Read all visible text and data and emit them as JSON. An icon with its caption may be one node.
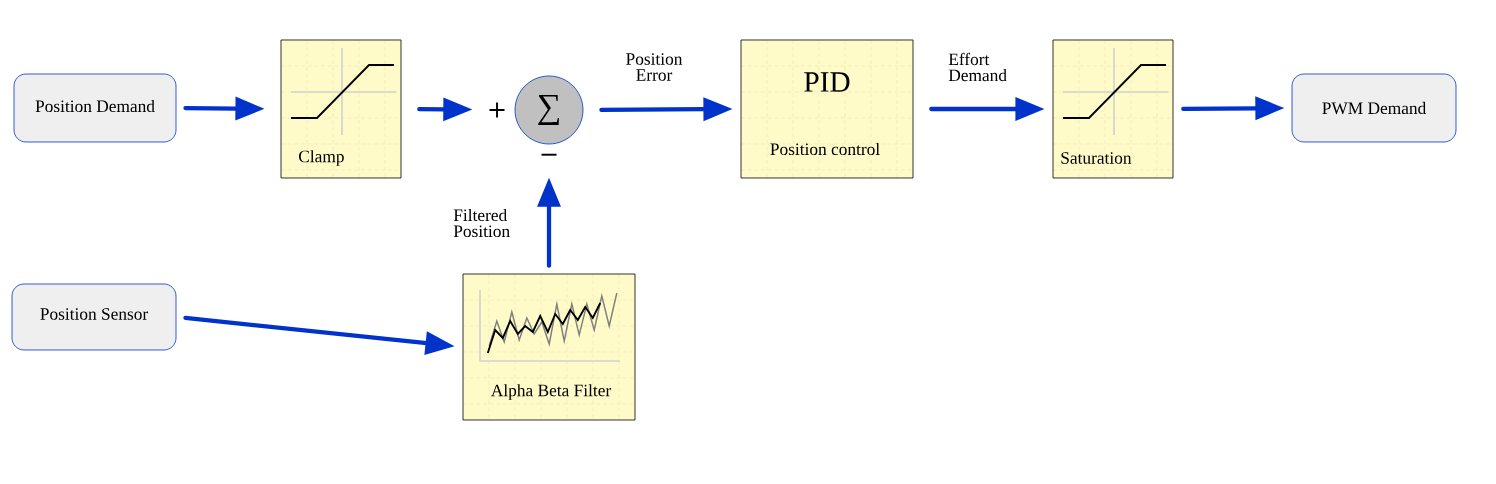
{
  "diagram": {
    "nodes": [
      {
        "text": [
          "Position Demand"
        ]
      },
      {
        "text": [
          "Clamp"
        ]
      },
      {
        "text": [
          "∑"
        ],
        "beside": [
          "+",
          "−"
        ]
      },
      {
        "text": [
          "PID",
          "Position control"
        ]
      },
      {
        "text": [
          "Saturation"
        ]
      },
      {
        "text": [
          "PWM Demand"
        ]
      },
      {
        "text": [
          "Position Sensor"
        ]
      },
      {
        "text": [
          "Alpha Beta Filter"
        ]
      }
    ],
    "edges": [
      {
        "from": 0,
        "to": 1,
        "arrow": "to"
      },
      {
        "from": 1,
        "to": 2,
        "arrow": "to"
      },
      {
        "from": 2,
        "to": 3,
        "arrow": "to",
        "label": "Position Error"
      },
      {
        "from": 3,
        "to": 4,
        "arrow": "to",
        "label": "Effort Demand"
      },
      {
        "from": 4,
        "to": 5,
        "arrow": "to"
      },
      {
        "from": 6,
        "to": 7,
        "arrow": "to"
      },
      {
        "from": 7,
        "to": 2,
        "arrow": "to",
        "label": "Filtered Position"
      }
    ]
  }
}
